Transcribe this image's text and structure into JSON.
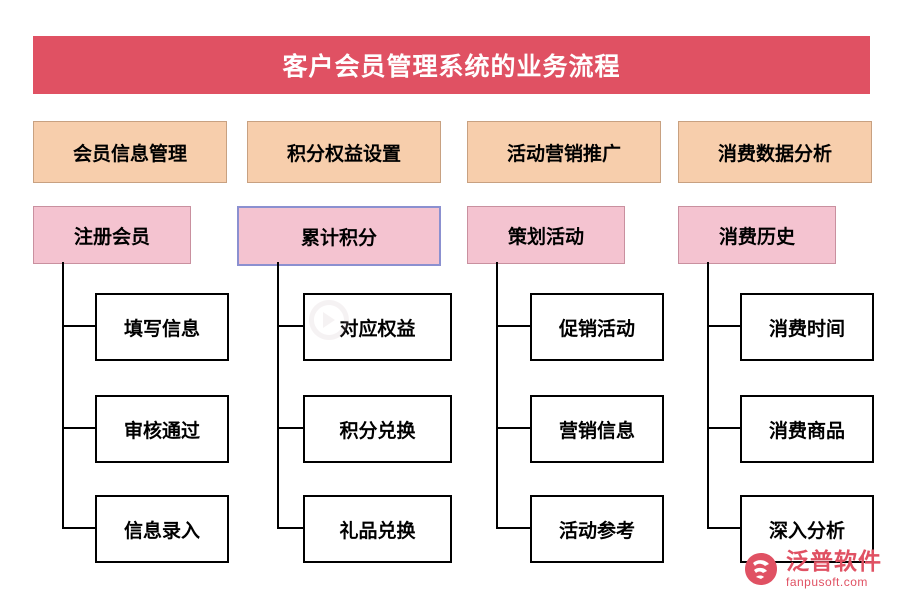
{
  "title": "客户会员管理系统的业务流程",
  "colors": {
    "banner": "#e05163",
    "column_header": "#f7ceac",
    "sub_header": "#f4c3d0",
    "highlight_border": "#8b90d0",
    "leaf_border": "#000000",
    "logo": "#e05163"
  },
  "columns": [
    {
      "header": "会员信息管理",
      "sub": "注册会员",
      "sub_highlight": false,
      "leaves": [
        "填写信息",
        "审核通过",
        "信息录入"
      ]
    },
    {
      "header": "积分权益设置",
      "sub": "累计积分",
      "sub_highlight": true,
      "leaves": [
        "对应权益",
        "积分兑换",
        "礼品兑换"
      ]
    },
    {
      "header": "活动营销推广",
      "sub": "策划活动",
      "sub_highlight": false,
      "leaves": [
        "促销活动",
        "营销信息",
        "活动参考"
      ]
    },
    {
      "header": "消费数据分析",
      "sub": "消费历史",
      "sub_highlight": false,
      "leaves": [
        "消费时间",
        "消费商品",
        "深入分析"
      ]
    }
  ],
  "logo": {
    "name_cn": "泛普软件",
    "name_en": "fanpusoft.com"
  }
}
